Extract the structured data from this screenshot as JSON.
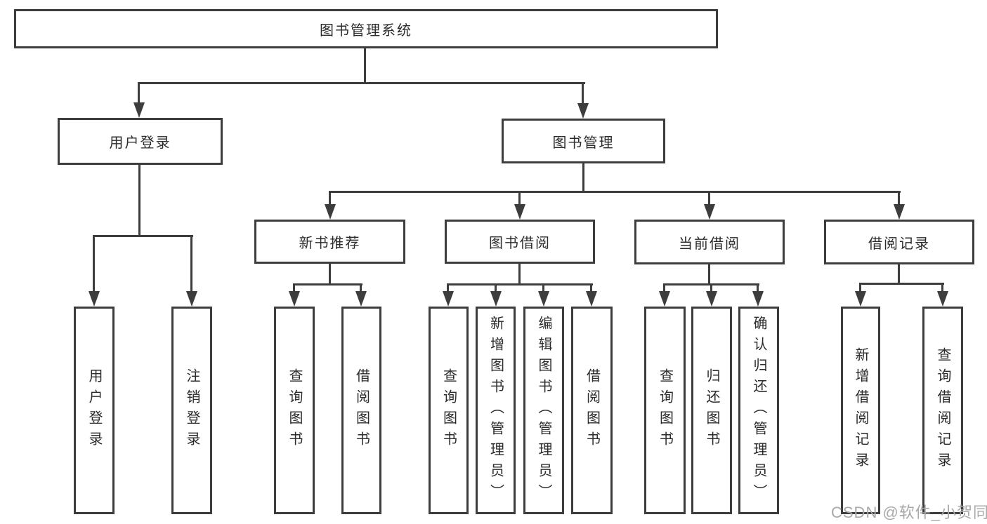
{
  "diagram": {
    "title": "图书管理系统",
    "colors": {
      "line": "#3d3d3d",
      "text": "#2b2b2b",
      "background": "#ffffff",
      "watermark": "#a9a9a9"
    },
    "root": {
      "label": "图书管理系统"
    },
    "branches": [
      {
        "label": "用户登录",
        "children": [
          {
            "label": "用户登录"
          },
          {
            "label": "注销登录"
          }
        ]
      },
      {
        "label": "图书管理",
        "children": [
          {
            "label": "新书推荐",
            "children": [
              {
                "label": "查询图书"
              },
              {
                "label": "借阅图书"
              }
            ]
          },
          {
            "label": "图书借阅",
            "children": [
              {
                "label": "查询图书"
              },
              {
                "label": "新增图书（管理员）"
              },
              {
                "label": "编辑图书（管理员）"
              },
              {
                "label": "借阅图书"
              }
            ]
          },
          {
            "label": "当前借阅",
            "children": [
              {
                "label": "查询图书"
              },
              {
                "label": "归还图书"
              },
              {
                "label": "确认归还（管理员）"
              }
            ]
          },
          {
            "label": "借阅记录",
            "children": [
              {
                "label": "新增借阅记录"
              },
              {
                "label": "查询借阅记录"
              }
            ]
          }
        ]
      }
    ]
  },
  "watermark": {
    "text": "CSDN @软件_小贺同学"
  }
}
